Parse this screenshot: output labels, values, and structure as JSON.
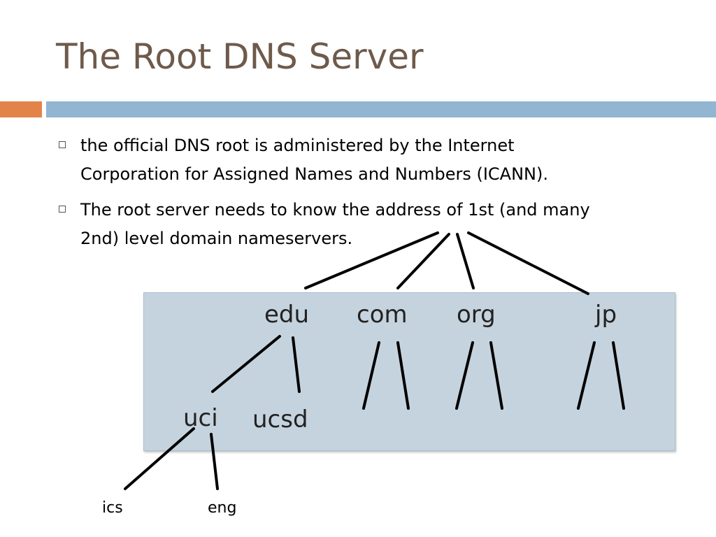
{
  "slide": {
    "title": "The Root DNS Server",
    "bullets": [
      {
        "lines": [
          "the official DNS root is administered by the Internet",
          "Corporation for Assigned Names and Numbers (ICANN)."
        ]
      },
      {
        "lines": [
          "The root server needs to know the address of 1st (and many",
          "2nd) level domain nameservers."
        ]
      }
    ]
  },
  "tree": {
    "tld": [
      "edu",
      "com",
      "org",
      "jp"
    ],
    "second_level": [
      "uci",
      "ucsd"
    ],
    "third_level": [
      "ics",
      "eng"
    ]
  },
  "colors": {
    "title": "#6e5a4b",
    "accent_orange": "#e2844a",
    "accent_blue": "#92b5d2",
    "panel": "#c5d3de"
  }
}
